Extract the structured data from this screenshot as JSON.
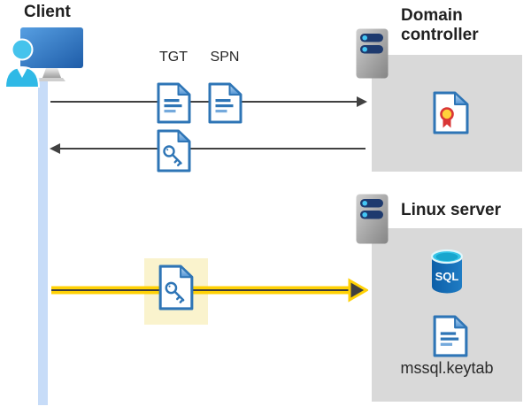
{
  "client": {
    "label": "Client"
  },
  "tickets": {
    "tgt": "TGT",
    "spn": "SPN"
  },
  "domain_controller": {
    "label": "Domain controller"
  },
  "linux_server": {
    "label": "Linux server",
    "sql_badge": "SQL",
    "keytab_file": "mssql.keytab"
  },
  "icons": {
    "client": "person-at-computer-icon",
    "domain_controller": "server-icon",
    "linux_server": "server-icon",
    "tgt": "document-icon",
    "spn": "document-icon",
    "ticket_key": "key-document-icon",
    "certificate": "certificate-document-icon",
    "sql_database": "sql-database-icon",
    "keytab": "document-icon"
  },
  "colors": {
    "box_gray": "#d9d9d9",
    "highlight_yellow": "#faf3cd",
    "arrow_yellow": "#ffd105",
    "arrow_dark": "#414141",
    "doc_blue": "#2e75b6",
    "timeline_blue": "#c7dcf8",
    "person_cyan": "#2fb9e6",
    "monitor_blue": "#2e6cb8",
    "server_pill_navy": "#1e3a6e",
    "sql_blue": "#1063ae"
  }
}
